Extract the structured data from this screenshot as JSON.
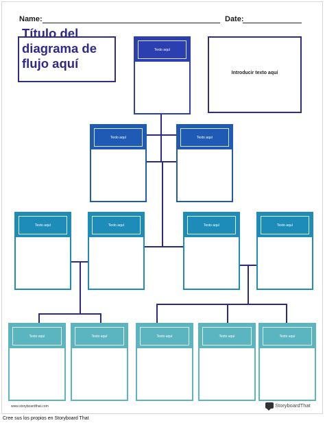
{
  "header": {
    "name_label": "Name:",
    "date_label": "Date:"
  },
  "title": "Título del diagrama de flujo aquí",
  "intro_text": "Introducir texto aquí",
  "card_label": "Texto aquí",
  "cards": [
    {
      "id": "level1",
      "label": "Texto aquí"
    },
    {
      "id": "level2-a",
      "label": "Texto aquí"
    },
    {
      "id": "level2-b",
      "label": "Texto aquí"
    },
    {
      "id": "level3-a",
      "label": "Texto aquí"
    },
    {
      "id": "level3-b",
      "label": "Texto aquí"
    },
    {
      "id": "level3-c",
      "label": "Texto aquí"
    },
    {
      "id": "level3-d",
      "label": "Texto aquí"
    },
    {
      "id": "level4-a",
      "label": "Texto aquí"
    },
    {
      "id": "level4-b",
      "label": "Texto aquí"
    },
    {
      "id": "level4-c",
      "label": "Texto aquí"
    },
    {
      "id": "level4-d",
      "label": "Texto aquí"
    },
    {
      "id": "level4-e",
      "label": "Texto aquí"
    }
  ],
  "colors": {
    "level1": "#2b3fb0",
    "level2": "#1f5bb5",
    "level3": "#1e8cb8",
    "level4": "#5bb5c0",
    "connector": "#2b2a82",
    "title": "#2e2a8a"
  },
  "footer": {
    "url": "www.storyboardthat.com",
    "brand": "StoryboardThat",
    "caption": "Cree sus los propios en Storyboard That"
  }
}
